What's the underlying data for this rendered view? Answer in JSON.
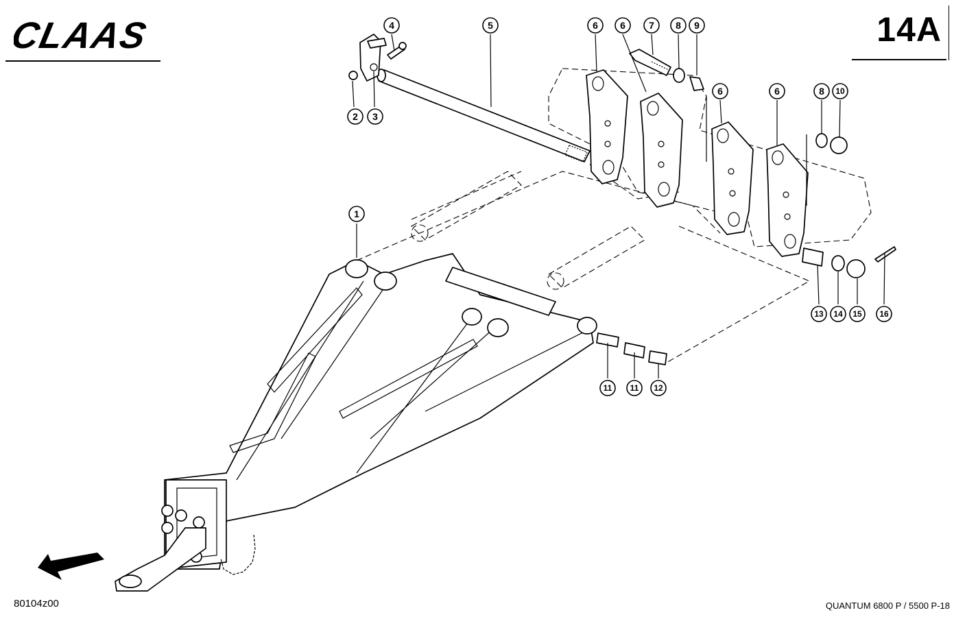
{
  "header": {
    "brand_logo_text": "CLAAS",
    "sheet_number": "14A"
  },
  "footer": {
    "drawing_number": "80104z00",
    "model": "QUANTUM 6800 P / 5500 P-18"
  },
  "callouts": {
    "c1": "1",
    "c2": "2",
    "c3": "3",
    "c4": "4",
    "c5": "5",
    "c6a": "6",
    "c6b": "6",
    "c6c": "6",
    "c6d": "6",
    "c7": "7",
    "c8a": "8",
    "c9": "9",
    "c8b": "8",
    "c10": "10",
    "c11a": "11",
    "c11b": "11",
    "c12": "12",
    "c13": "13",
    "c14": "14",
    "c15": "15",
    "c16": "16"
  },
  "icons": {
    "direction_arrow": "arrow-forward-left-icon"
  }
}
